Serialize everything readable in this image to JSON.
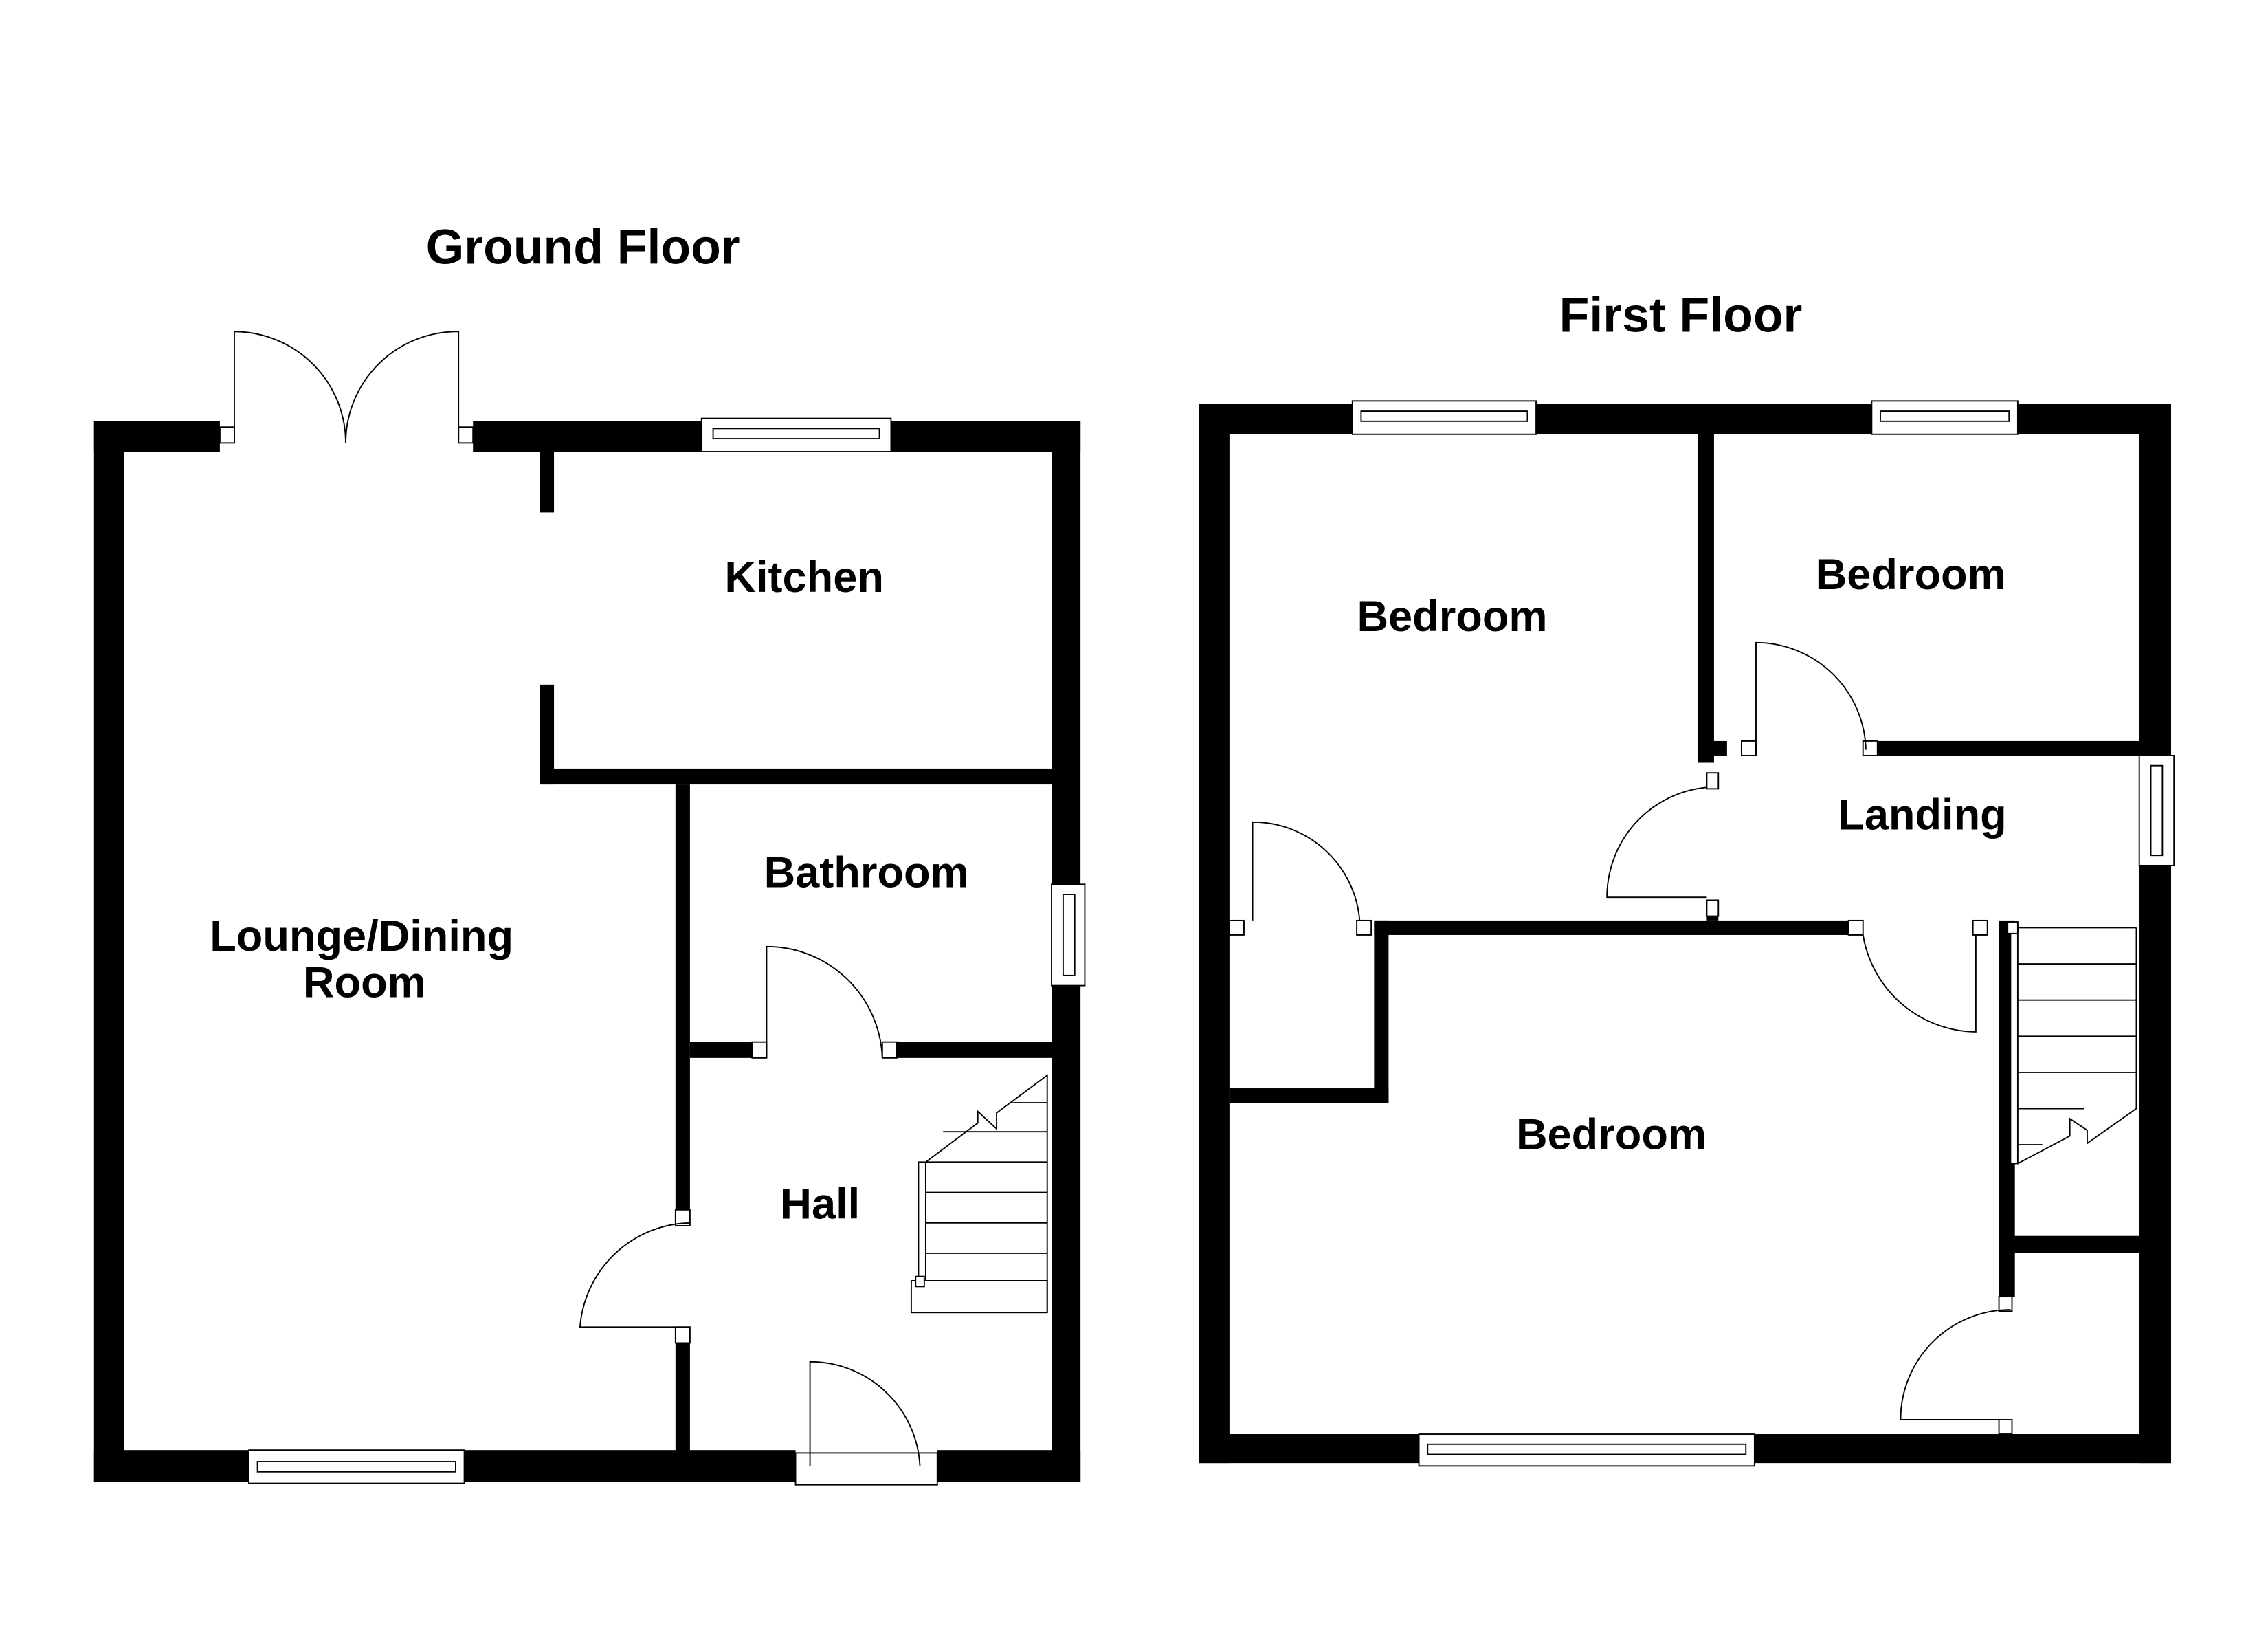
{
  "floors": [
    {
      "title": "Ground Floor",
      "rooms": [
        {
          "name": "Kitchen"
        },
        {
          "name_line1": "Lounge/Dining",
          "name_line2": "Room"
        },
        {
          "name": "Bathroom"
        },
        {
          "name": "Hall"
        }
      ]
    },
    {
      "title": "First Floor",
      "rooms": [
        {
          "name": "Bedroom"
        },
        {
          "name": "Bedroom"
        },
        {
          "name": "Landing"
        },
        {
          "name": "Bedroom"
        }
      ]
    }
  ],
  "colors": {
    "wall": "#000000",
    "background": "#ffffff"
  }
}
